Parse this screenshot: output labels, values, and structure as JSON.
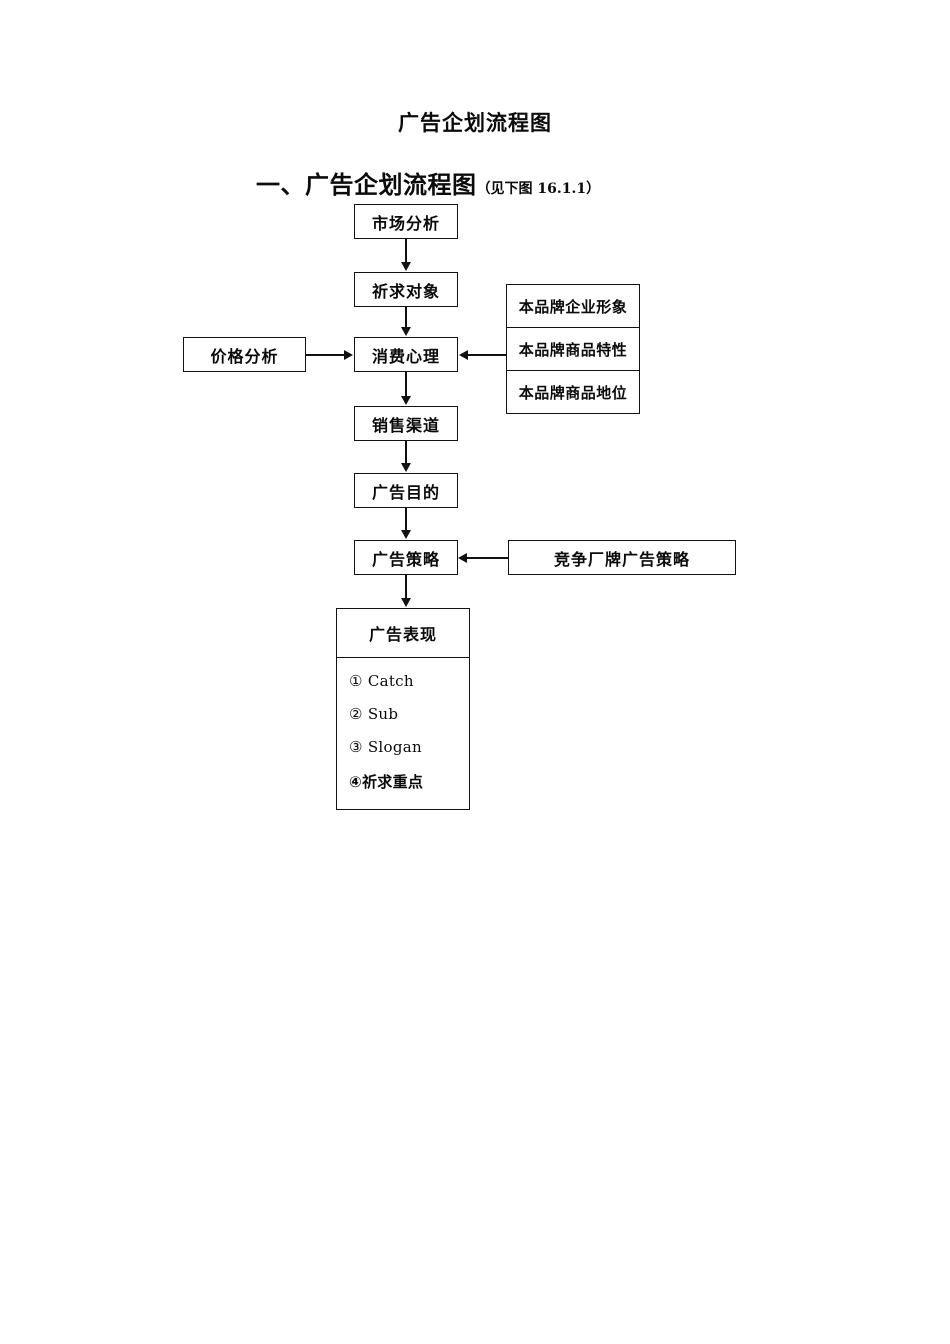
{
  "document": {
    "title": "广告企划流程图",
    "section_heading": "一、广告企划流程图",
    "section_note": "（见下图 16.1.1）"
  },
  "flow": {
    "main_chain": [
      {
        "id": "market",
        "label": "市场分析"
      },
      {
        "id": "appeal",
        "label": "祈求对象"
      },
      {
        "id": "consumer",
        "label": "消费心理"
      },
      {
        "id": "channel",
        "label": "销售渠道"
      },
      {
        "id": "purpose",
        "label": "广告目的"
      },
      {
        "id": "strategy",
        "label": "广告策略"
      }
    ],
    "side_left": {
      "id": "price",
      "label": "价格分析"
    },
    "side_right_stack": [
      {
        "id": "brand-image",
        "label": "本品牌企业形象"
      },
      {
        "id": "brand-feature",
        "label": "本品牌商品特性"
      },
      {
        "id": "brand-position",
        "label": "本品牌商品地位"
      }
    ],
    "side_competitor": {
      "id": "competitor",
      "label": "竞争厂牌广告策略"
    },
    "expression": {
      "header": "广告表现",
      "items": [
        "① Catch",
        "② Sub",
        "③ Slogan",
        "④祈求重点"
      ]
    }
  }
}
